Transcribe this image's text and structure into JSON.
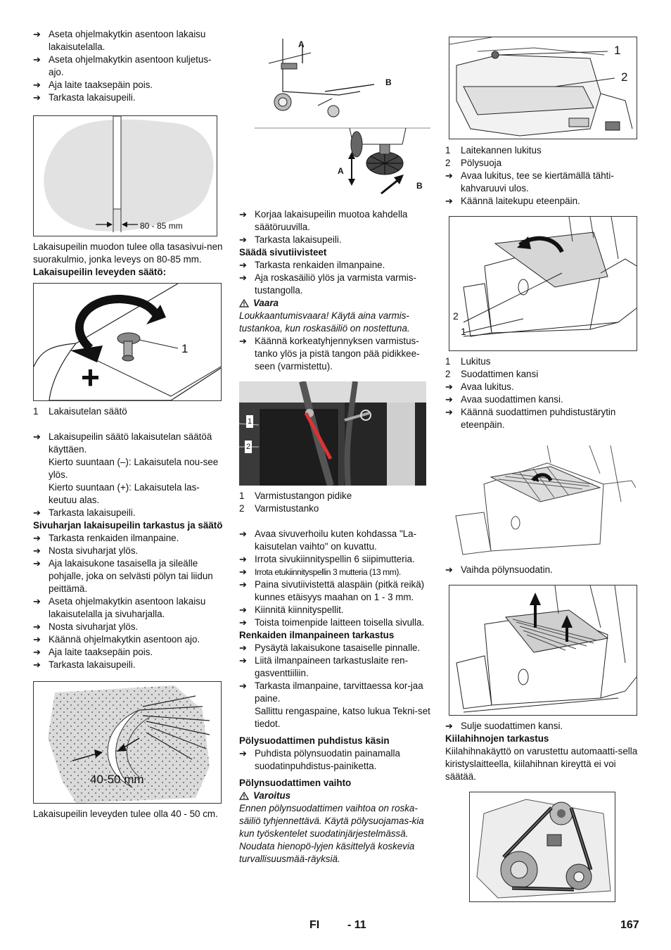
{
  "arrow": "➔",
  "col1": {
    "steps_a": [
      "Aseta ohjelmakytkin asentoon lakaisu lakaisutelalla.",
      "Aseta ohjelmakytkin asentoon kuljetus-ajo.",
      "Aja laite taaksepäin pois.",
      "Tarkasta lakaisupeili."
    ],
    "fig1_label": "80 - 85 mm",
    "para1": "Lakaisupeilin muodon tulee olla tasasivui-nen suorakulmio, jonka leveys on 80-85 mm.",
    "heading1": "Lakaisupeilin leveyden säätö:",
    "fig2_callout": "1",
    "fig2_minus": "-",
    "fig2_plus": "+",
    "legend1": [
      {
        "num": "1",
        "text": "Lakaisutelan säätö"
      }
    ],
    "steps_b": [
      "Lakaisupeilin säätö lakaisutelan säätöä käyttäen."
    ],
    "indent_b": [
      "Kierto suuntaan (–): Lakaisutela nou-see ylös.",
      "Kierto suuntaan (+): Lakaisutela las-keutuu alas."
    ],
    "steps_c": [
      "Tarkasta lakaisupeili."
    ],
    "heading2": "Sivuharjan lakaisupeilin tarkastus ja säätö",
    "steps_d": [
      "Tarkasta renkaiden ilmanpaine.",
      "Nosta sivuharjat ylös.",
      "Aja lakaisukone tasaisella ja sileälle pohjalle, joka on selvästi pölyn tai liidun peittämä.",
      "Aseta ohjelmakytkin asentoon lakaisu lakaisutelalla ja sivuharjalla.",
      "Nosta sivuharjat ylös.",
      "Käännä ohjelmakytkin asentoon ajo.",
      "Aja laite taaksepäin pois.",
      "Tarkasta lakaisupeili."
    ],
    "fig3_label": "40-50 mm",
    "para2": "Lakaisupeilin leveyden tulee olla 40 - 50 cm."
  },
  "col2": {
    "fig4_labels": {
      "a_top": "A",
      "b_top": "B",
      "a_bottom": "A",
      "b_bottom": "B"
    },
    "steps_a": [
      "Korjaa lakaisupeilin muotoa kahdella säätöruuvilla.",
      "Tarkasta lakaisupeili."
    ],
    "heading1": "Säädä sivutiivisteet",
    "steps_b": [
      "Tarkasta renkaiden ilmanpaine.",
      "Aja roskasäiliö ylös ja varmista varmis-tustangolla."
    ],
    "warn1": "Vaara",
    "warn1_text": "Loukkaantumisvaara! Käytä aina varmis-tustankoa, kun roskasäiliö on nostettuna.",
    "steps_c": [
      "Käännä korkeatyhjennyksen varmistus-tanko ylös ja pistä tangon pää pidikkee-seen (varmistettu)."
    ],
    "fig5_callouts": [
      "1",
      "2"
    ],
    "legend1": [
      {
        "num": "1",
        "text": "Varmistustangon pidike"
      },
      {
        "num": "2",
        "text": "Varmistustanko"
      }
    ],
    "steps_d": [
      "Avaa sivuverhoilu kuten kohdassa \"La-kaisutelan vaihto\" on kuvattu.",
      "Irrota sivukiinnityspellin 6 siipimutteria.",
      "Irrota etukiinnityspellin 3 mutteria (13 mm).",
      "Paina sivutiivistettä alaspäin (pitkä reikä) kunnes etäisyys maahan on 1 - 3 mm.",
      "Kiinnitä kiinnityspellit.",
      "Toista toimenpide laitteen toisella sivulla."
    ],
    "heading2": "Renkaiden ilmanpaineen tarkastus",
    "steps_e": [
      "Pysäytä lakaisukone tasaiselle pinnalle.",
      "Liitä ilmanpaineen tarkastuslaite ren-gasventtiiliin.",
      "Tarkasta ilmanpaine, tarvittaessa kor-jaa paine."
    ],
    "indent_e": "Sallittu rengaspaine, katso lukua Tekni-set tiedot.",
    "heading3": "Pölysuodattimen puhdistus käsin",
    "steps_f": [
      "Puhdista pölynsuodatin painamalla suodatinpuhdistus-painiketta."
    ],
    "heading4": "Pölynsuodattimen vaihto",
    "warn2": "Varoitus",
    "warn2_text": "Ennen pölynsuodattimen vaihtoa on roska-säiliö tyhjennettävä. Käytä pölysuojamas-kia kun työskentelet suodatinjärjestelmässä. Noudata hienopö-lyjen käsittelyä koskevia turvallisuusmää-räyksiä."
  },
  "col3": {
    "fig6_callouts": [
      "1",
      "2"
    ],
    "legend1": [
      {
        "num": "1",
        "text": "Laitekannen lukitus"
      },
      {
        "num": "2",
        "text": "Pölysuoja"
      }
    ],
    "steps_a": [
      "Avaa lukitus, tee se kiertämällä tähti-kahvaruuvi ulos.",
      "Käännä laitekupu eteenpäin."
    ],
    "fig7_callouts": [
      "2",
      "1"
    ],
    "legend2": [
      {
        "num": "1",
        "text": "Lukitus"
      },
      {
        "num": "2",
        "text": "Suodattimen kansi"
      }
    ],
    "steps_b": [
      "Avaa lukitus.",
      "Avaa suodattimen kansi.",
      "Käännä suodattimen puhdistustärytin eteenpäin."
    ],
    "steps_c": [
      "Vaihda pölynsuodatin."
    ],
    "steps_d": [
      "Sulje suodattimen kansi."
    ],
    "heading1": "Kiilahihnojen tarkastus",
    "para1": "Kiilahihnakäyttö on varustettu automaatti-sella kiristyslaitteella, kiilahihnan kireyttä ei voi säätää."
  },
  "footer": {
    "lang": "FI",
    "page_local": "- 11",
    "page_total": "167"
  }
}
